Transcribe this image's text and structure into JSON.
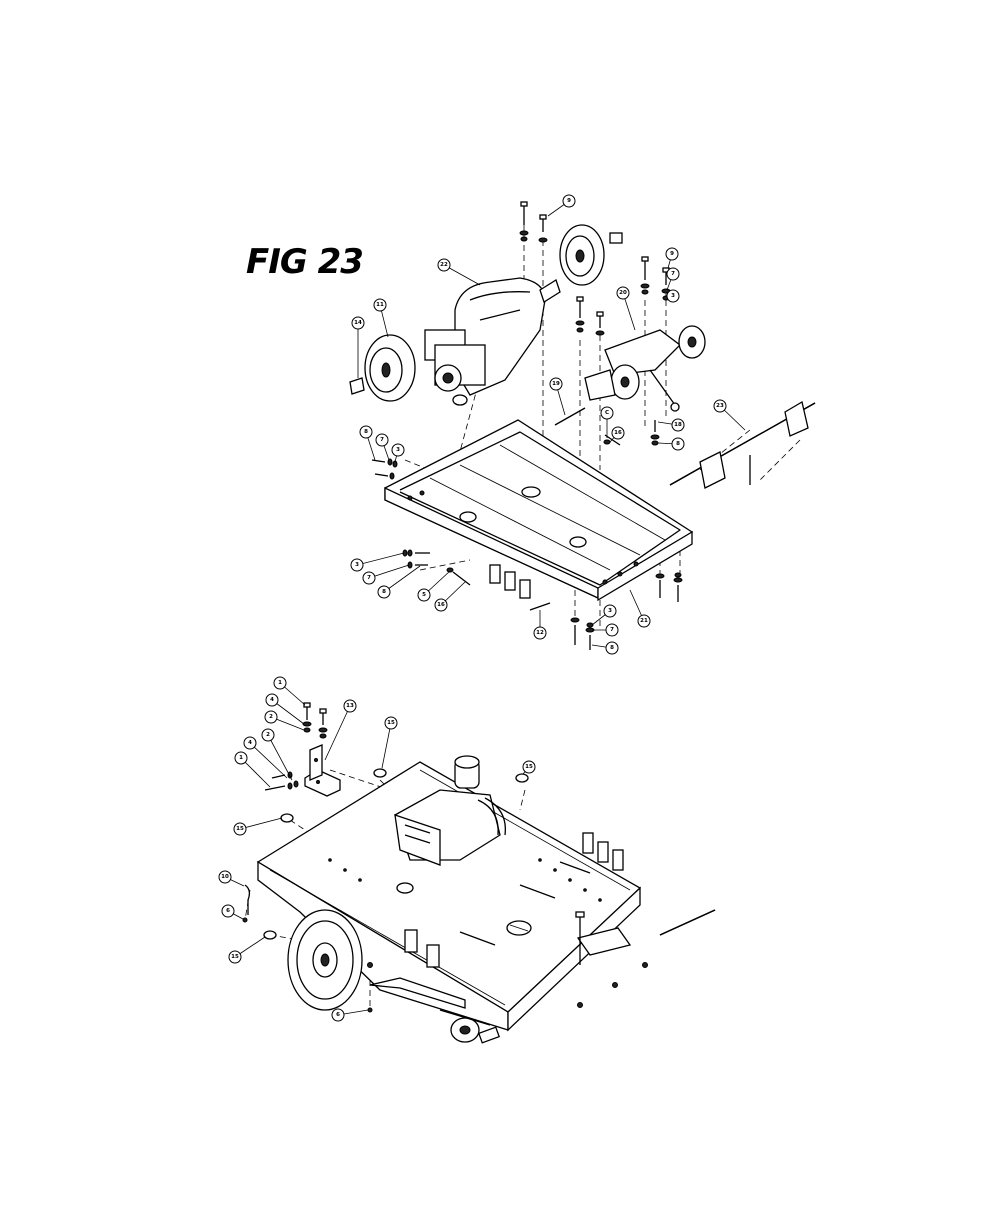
{
  "figure": {
    "title": "FIG 23"
  },
  "callouts_top": [
    {
      "id": "9",
      "label": "9"
    },
    {
      "id": "22",
      "label": "22"
    },
    {
      "id": "11",
      "label": "11"
    },
    {
      "id": "14",
      "label": "14"
    },
    {
      "id": "9b",
      "label": "9"
    },
    {
      "id": "7",
      "label": "7"
    },
    {
      "id": "3",
      "label": "3"
    },
    {
      "id": "20",
      "label": "20"
    },
    {
      "id": "19",
      "label": "19"
    },
    {
      "id": "C",
      "label": "C"
    },
    {
      "id": "16",
      "label": "16"
    },
    {
      "id": "18",
      "label": "18"
    },
    {
      "id": "8",
      "label": "8"
    },
    {
      "id": "23",
      "label": "23"
    },
    {
      "id": "8b",
      "label": "8"
    },
    {
      "id": "7b",
      "label": "7"
    },
    {
      "id": "3b",
      "label": "3"
    },
    {
      "id": "3c",
      "label": "3"
    },
    {
      "id": "7c",
      "label": "7"
    },
    {
      "id": "8c",
      "label": "8"
    },
    {
      "id": "5",
      "label": "5"
    },
    {
      "id": "16b",
      "label": "16"
    },
    {
      "id": "12",
      "label": "12"
    },
    {
      "id": "3d",
      "label": "3"
    },
    {
      "id": "7d",
      "label": "7"
    },
    {
      "id": "8d",
      "label": "8"
    },
    {
      "id": "21",
      "label": "21"
    }
  ],
  "callouts_bottom": [
    {
      "id": "1",
      "label": "1"
    },
    {
      "id": "4",
      "label": "4"
    },
    {
      "id": "2",
      "label": "2"
    },
    {
      "id": "13",
      "label": "13"
    },
    {
      "id": "15",
      "label": "15"
    },
    {
      "id": "2b",
      "label": "2"
    },
    {
      "id": "4b",
      "label": "4"
    },
    {
      "id": "1b",
      "label": "1"
    },
    {
      "id": "15b",
      "label": "15"
    },
    {
      "id": "15c",
      "label": "15"
    },
    {
      "id": "10",
      "label": "10"
    },
    {
      "id": "6",
      "label": "6"
    },
    {
      "id": "15d",
      "label": "15"
    },
    {
      "id": "6b",
      "label": "6"
    }
  ]
}
